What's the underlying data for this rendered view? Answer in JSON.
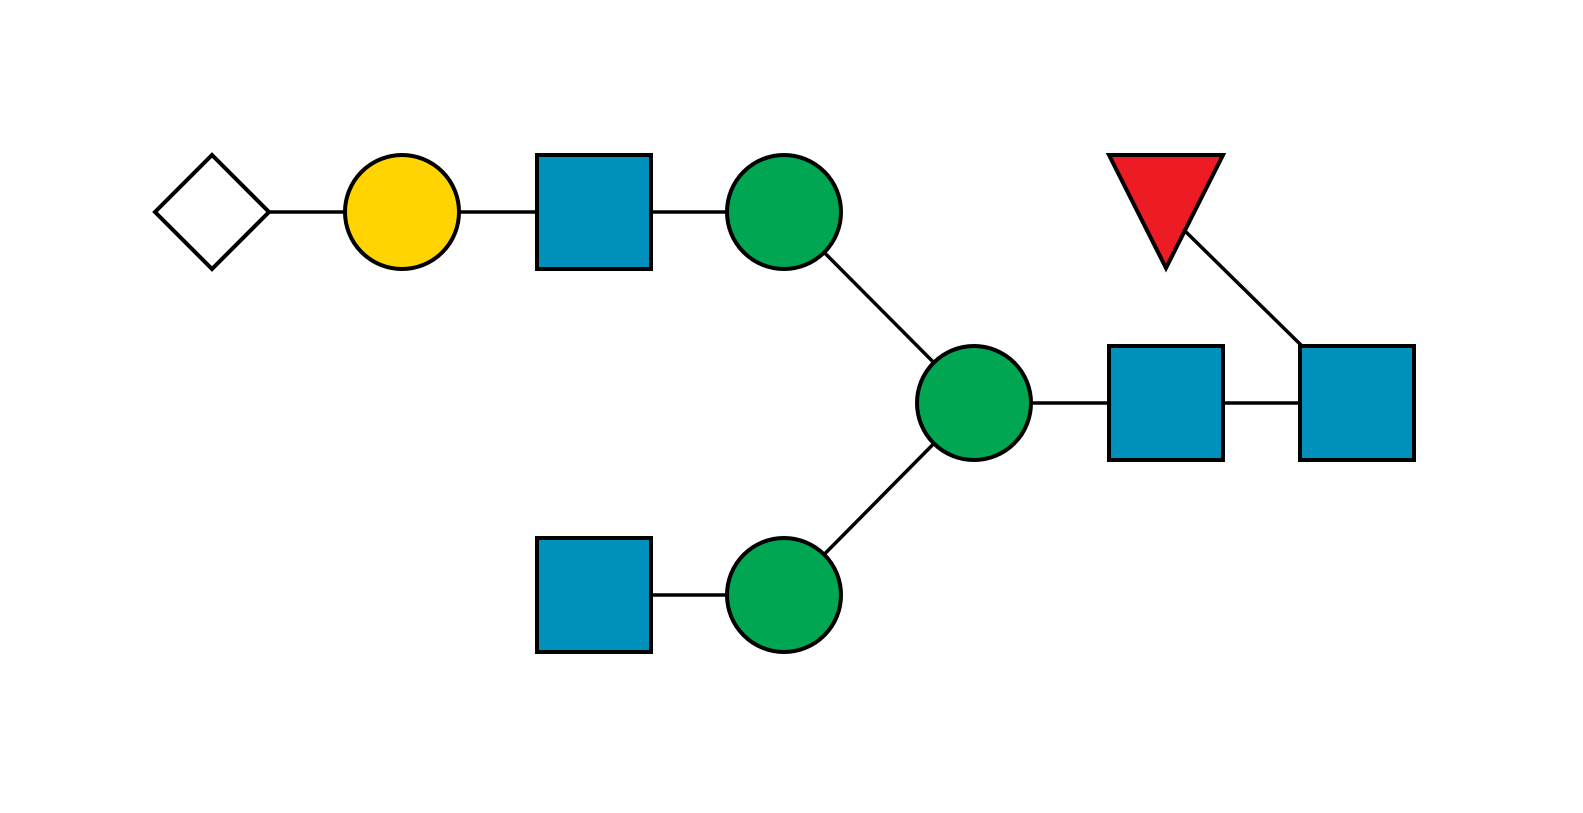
{
  "diagram": {
    "type": "glycan-snfg",
    "colors": {
      "white": "#ffffff",
      "yellow": "#ffd400",
      "blue": "#0090bc",
      "green": "#00a651",
      "red": "#ed1c24",
      "line": "#000000"
    },
    "residues": [
      {
        "id": "r1",
        "shape": "diamond",
        "color": "white",
        "name": "white-diamond"
      },
      {
        "id": "r2",
        "shape": "circle",
        "color": "yellow",
        "name": "yellow-circle"
      },
      {
        "id": "r3",
        "shape": "square",
        "color": "blue",
        "name": "blue-square-top"
      },
      {
        "id": "r4",
        "shape": "circle",
        "color": "green",
        "name": "green-circle-top"
      },
      {
        "id": "r5",
        "shape": "circle",
        "color": "green",
        "name": "green-circle-core"
      },
      {
        "id": "r6",
        "shape": "square",
        "color": "blue",
        "name": "blue-square-core-1"
      },
      {
        "id": "r7",
        "shape": "square",
        "color": "blue",
        "name": "blue-square-core-2"
      },
      {
        "id": "r8",
        "shape": "triangle",
        "color": "red",
        "name": "red-triangle"
      },
      {
        "id": "r9",
        "shape": "circle",
        "color": "green",
        "name": "green-circle-bottom"
      },
      {
        "id": "r10",
        "shape": "square",
        "color": "blue",
        "name": "blue-square-bottom"
      }
    ],
    "bonds": [
      {
        "from": "r1",
        "to": "r2"
      },
      {
        "from": "r2",
        "to": "r3"
      },
      {
        "from": "r3",
        "to": "r4"
      },
      {
        "from": "r4",
        "to": "r5"
      },
      {
        "from": "r5",
        "to": "r6"
      },
      {
        "from": "r6",
        "to": "r7"
      },
      {
        "from": "r7",
        "to": "r8"
      },
      {
        "from": "r5",
        "to": "r9"
      },
      {
        "from": "r9",
        "to": "r10"
      }
    ]
  }
}
